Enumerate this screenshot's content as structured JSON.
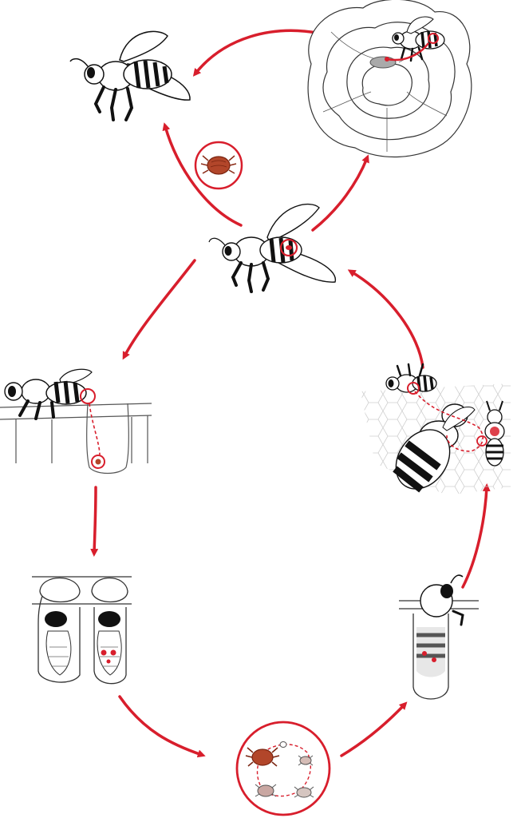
{
  "figure": {
    "palette": {
      "arrow": "#d81e2c",
      "ink": "#111111",
      "mite": "#b2462a",
      "mite_light": "#c9a7a2",
      "comb": "#bdbdbd",
      "background": "#ffffff"
    },
    "stages": [
      {
        "id": "adult-bee",
        "icon": "honeybee-icon"
      },
      {
        "id": "bee-on-flower",
        "icon": "flower-icon"
      },
      {
        "id": "mite-in-circle",
        "icon": "varroa-mite-icon"
      },
      {
        "id": "central-bee-carrying-mite",
        "icon": "honeybee-icon"
      },
      {
        "id": "nurse-bee-on-comb",
        "icon": "honeybee-icon"
      },
      {
        "id": "capped-brood-cells",
        "icon": "brood-cell-icon"
      },
      {
        "id": "mite-reproduction-circle",
        "icon": "varroa-mite-icon"
      },
      {
        "id": "emerging-bee",
        "icon": "honeybee-icon"
      },
      {
        "id": "bees-on-comb",
        "icon": "honeycomb-icon"
      }
    ]
  }
}
